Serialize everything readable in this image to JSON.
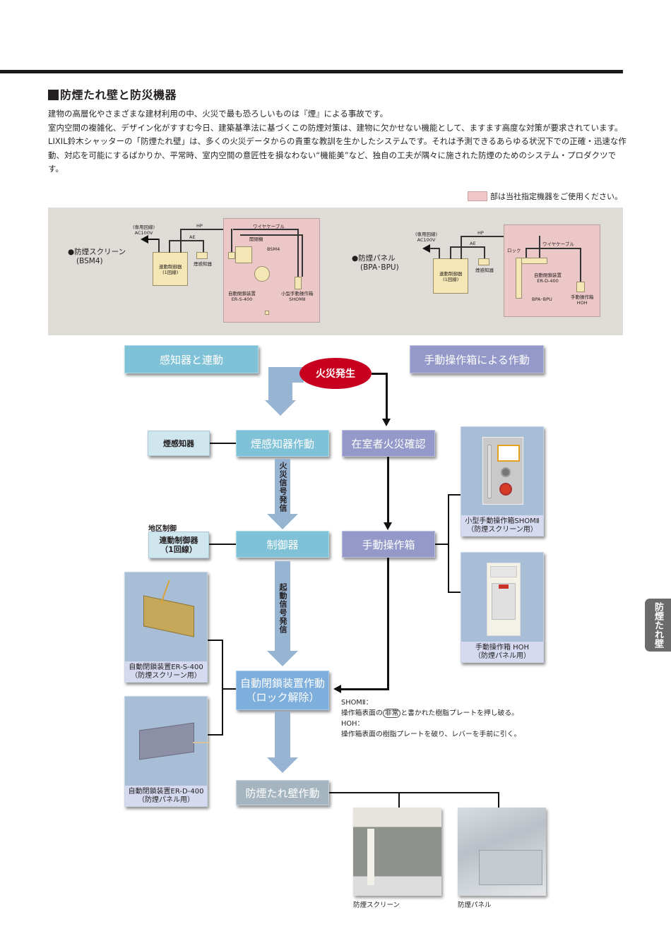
{
  "page": {
    "title": "防煙たれ壁と防災機器",
    "intro_paragraphs": [
      "建物の高層化やさまざまな建材利用の中、火災で最も恐ろしいものは『煙』による事故です。",
      "室内空間の複雑化、デザイン化がすすむ今日、建築基準法に基づくこの防煙対策は、建物に欠かせない機能として、ますます高度な対策が要求されています。",
      "LIXIL鈴木シャッターの「防煙たれ壁」は、多くの火災データからの貴重な教訓を生かしたシステムです。それは予測できるあらゆる状況下での正確・迅速な作動、対応を可能にするばかりか、平常時、室内空間の意匠性を損なわない“機能美”など、独自の工夫が隅々に施された防煙のためのシステム・プロダクツです。"
    ],
    "legend_note": "部は当社指定機器をご使用ください。",
    "side_tab": "防煙たれ壁"
  },
  "colors": {
    "designated_equipment_pink": "#ecc7c7",
    "fire_red": "#c8001f",
    "sensor_teal": "#7fc1d6",
    "manual_lavender": "#9499c9"
  },
  "diagrams": [
    {
      "name": "●防煙スクリーン",
      "model": "(BSM4)",
      "power_label": "(専用回線)",
      "power": "AC100V",
      "hp": "HP",
      "ae": "AE",
      "controller": "連動制御器",
      "controller_sub": "(1回線)",
      "smoke_sensor": "煙感知器",
      "wire_cable": "ワイヤケーブル",
      "opener": "開閉機",
      "unit": "BSM4",
      "closer": "自動閉鎖装置",
      "closer_model": "ER-S-400",
      "manual_box": "小型手動操作箱",
      "manual_model": "SHOMⅡ"
    },
    {
      "name": "●防煙パネル",
      "model": "(BPA･BPU)",
      "power_label": "(専用回線)",
      "power": "AC100V",
      "hp": "HP",
      "ae": "AE",
      "controller": "連動制御器",
      "controller_sub": "(1回線)",
      "smoke_sensor": "煙感知器",
      "wire_cable": "ワイヤケーブル",
      "lock": "ロック",
      "closer": "自動閉鎖装置",
      "closer_model": "ER-D-400",
      "unit": "BPA･BPU",
      "manual_box": "手動操作箱",
      "manual_model": "HOH"
    }
  ],
  "flow": {
    "header_left": "感知器と連動",
    "header_right": "手動操作箱による作動",
    "fire": "火災発生",
    "smoke_sensor": "煙感知器",
    "smoke_sensor_active": "煙感知器作動",
    "occupant_confirm": "在室者火災確認",
    "signal1": "火災信号発信",
    "area_control": "地区制御",
    "linked_controller": "連動制御器",
    "linked_controller_sub": "（1回線）",
    "controller": "制御器",
    "manual_box": "手動操作箱",
    "signal2": "起動信号発信",
    "closer_active": "自動閉鎖装置作動",
    "closer_active_sub": "（ロック解除）",
    "wall_active": "防煙たれ壁作動",
    "shom_card": {
      "line1": "小型手動操作箱SHOMⅡ",
      "line2": "（防煙スクリーン用）"
    },
    "hoh_card": {
      "line1": "手動操作箱 HOH",
      "line2": "（防煙パネル用）"
    },
    "ers_card": {
      "line1": "自動閉鎖装置ER-S-400",
      "line2": "（防煙スクリーン用）"
    },
    "erd_card": {
      "line1": "自動閉鎖装置ER-D-400",
      "line2": "（防煙パネル用）"
    },
    "note": {
      "shom_label": "SHOMⅡ：",
      "shom_text_pre": "操作箱表面の",
      "shom_circled": "非常",
      "shom_text_post": "と書かれた樹脂プレートを押し破る。",
      "hoh_label": "HOH：",
      "hoh_text": "操作箱表面の樹脂プレートを破り、レバーを手前に引く。"
    },
    "photo_screen": "防煙スクリーン",
    "photo_panel": "防煙パネル"
  }
}
